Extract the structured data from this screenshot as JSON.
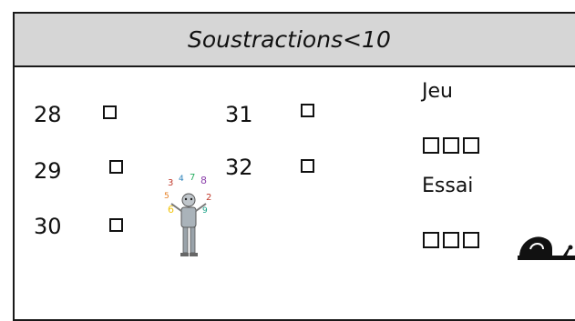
{
  "title": "Soustractions<10",
  "exercises": [
    {
      "number": "28"
    },
    {
      "number": "29"
    },
    {
      "number": "30"
    },
    {
      "number": "31"
    },
    {
      "number": "32"
    }
  ],
  "sections": {
    "game_label": "Jeu",
    "trial_label": "Essai"
  },
  "icons": {
    "illustration": "juggling-robot-numbers-icon",
    "snail": "snail-icon"
  }
}
